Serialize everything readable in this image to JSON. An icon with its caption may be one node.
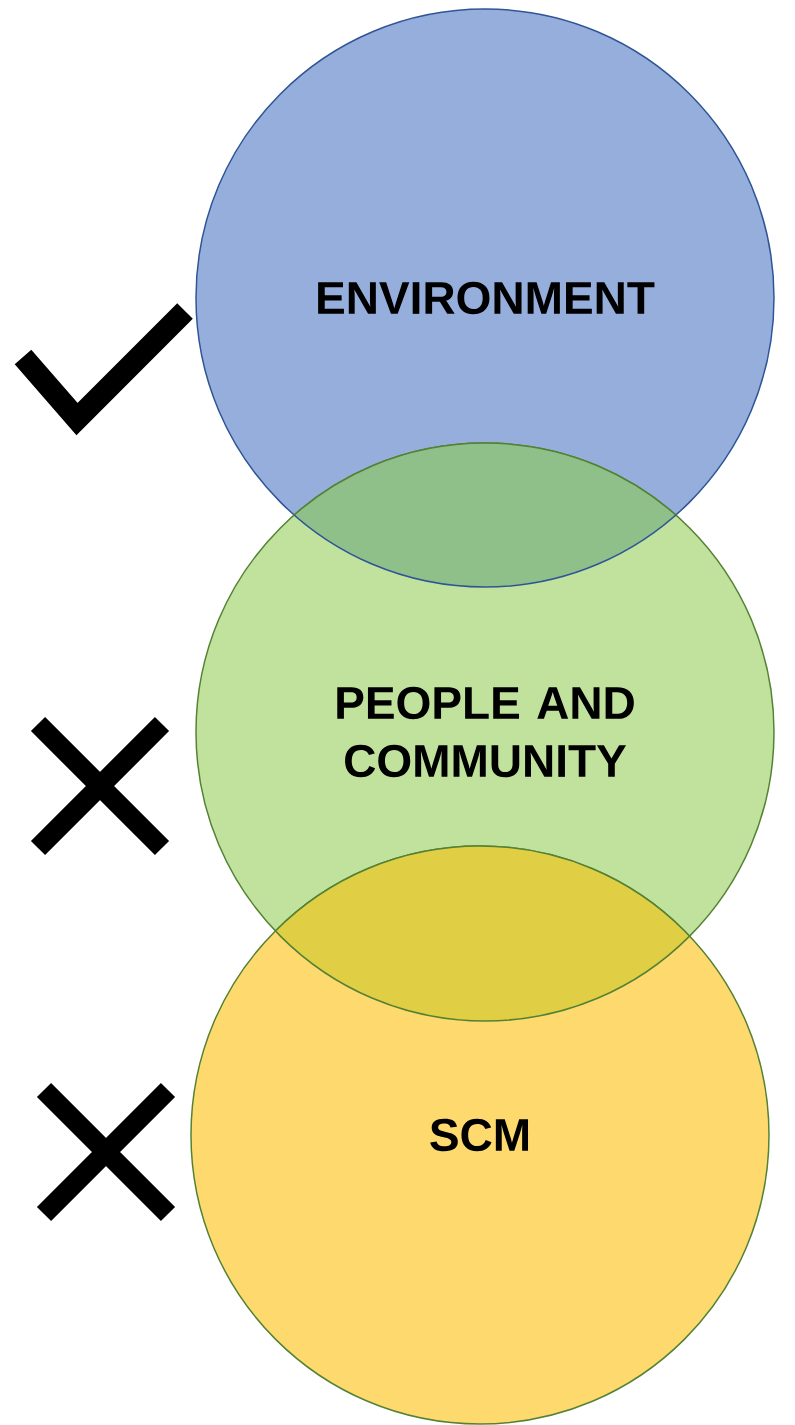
{
  "diagram": {
    "nodes": [
      {
        "text": [
          "ENVIRONMENT"
        ]
      },
      {
        "text": [
          "PEOPLE AND COMMUNITY"
        ]
      },
      {
        "text": [
          "SCM"
        ]
      },
      {
        "text": [],
        "shape": "check"
      },
      {
        "text": [],
        "shape": "cross"
      },
      {
        "text": [],
        "shape": "cross"
      }
    ]
  }
}
